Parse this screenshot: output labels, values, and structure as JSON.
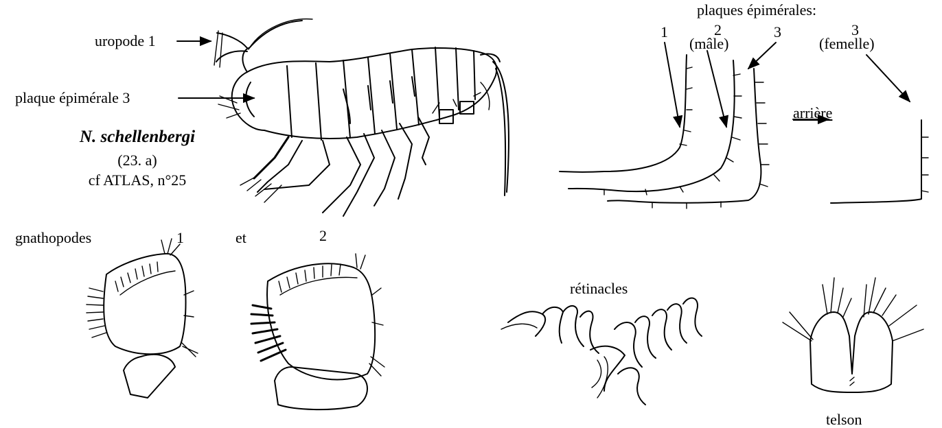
{
  "labels": {
    "uropode": "uropode 1",
    "plaque": "plaque épimérale 3",
    "species_name": "N. schellenbergi",
    "species_code": "(23. a)",
    "species_ref": "cf ATLAS, n°25",
    "plaques_title": "plaques épimérales:",
    "plate1": "1",
    "plate2_num": "2",
    "plate2_sex": "(mâle)",
    "plate3": "3",
    "plate3f_num": "3",
    "plate3f_sex": "(femelle)",
    "arriere": "arrière",
    "gnathopodes": "gnathopodes",
    "gn1": "1",
    "et": "et",
    "gn2": "2",
    "retinacles": "rétinacles",
    "telson": "telson"
  }
}
